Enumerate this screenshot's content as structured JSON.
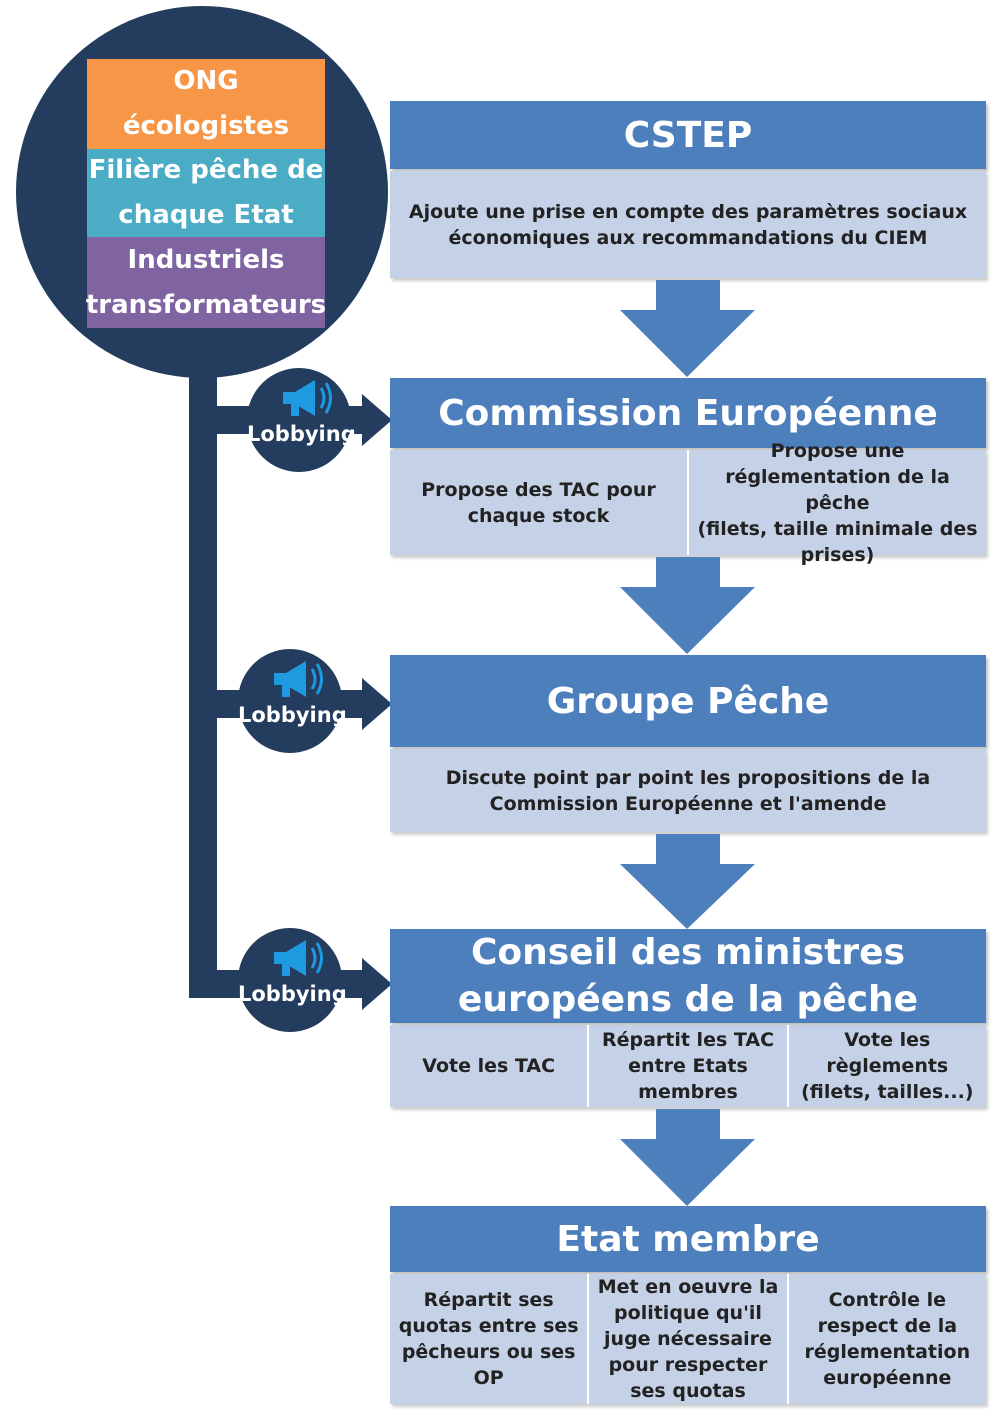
{
  "stakeholders": [
    {
      "label": "ONG\nécologistes",
      "color": "#f79646"
    },
    {
      "label": "Filière pêche de\nchaque Etat",
      "color": "#4bacc6"
    },
    {
      "label": "Industriels\ntransformateurs",
      "color": "#8064a2"
    }
  ],
  "lobbying": [
    {
      "label": "Lobbying"
    },
    {
      "label": "Lobbying"
    },
    {
      "label": "Lobbying"
    }
  ],
  "stages": [
    {
      "title": "CSTEP",
      "cells": [
        "Ajoute une prise en compte des paramètres sociaux\néconomiques aux recommandations du CIEM"
      ]
    },
    {
      "title": "Commission Européenne",
      "cells": [
        "Propose des TAC pour\nchaque stock",
        "Propose une\nréglementation de la pêche\n(filets, taille minimale des\nprises)"
      ]
    },
    {
      "title": "Groupe Pêche",
      "cells": [
        "Discute point par point les propositions de la\nCommission Européenne et l'amende"
      ]
    },
    {
      "title": "Conseil des ministres\neuropéens de la pêche",
      "cells": [
        "Vote les TAC",
        "Répartit les TAC\nentre Etats\nmembres",
        "Vote les\nrèglements\n(filets, tailles...)"
      ]
    },
    {
      "title": "Etat membre",
      "cells": [
        "Répartit ses\nquotas entre ses\npêcheurs ou ses\nOP",
        "Met en oeuvre la\npolitique qu'il\njuge nécessaire\npour respecter\nses quotas",
        "Contrôle le\nrespect de la\nréglementation\neuropéenne"
      ]
    }
  ],
  "colors": {
    "navy": "#243c5e",
    "stage_title": "#4e7fbd",
    "stage_body": "#c5d1e6",
    "megaphone": "#1e9be0"
  },
  "icons": {
    "lobbying": "megaphone-icon"
  }
}
